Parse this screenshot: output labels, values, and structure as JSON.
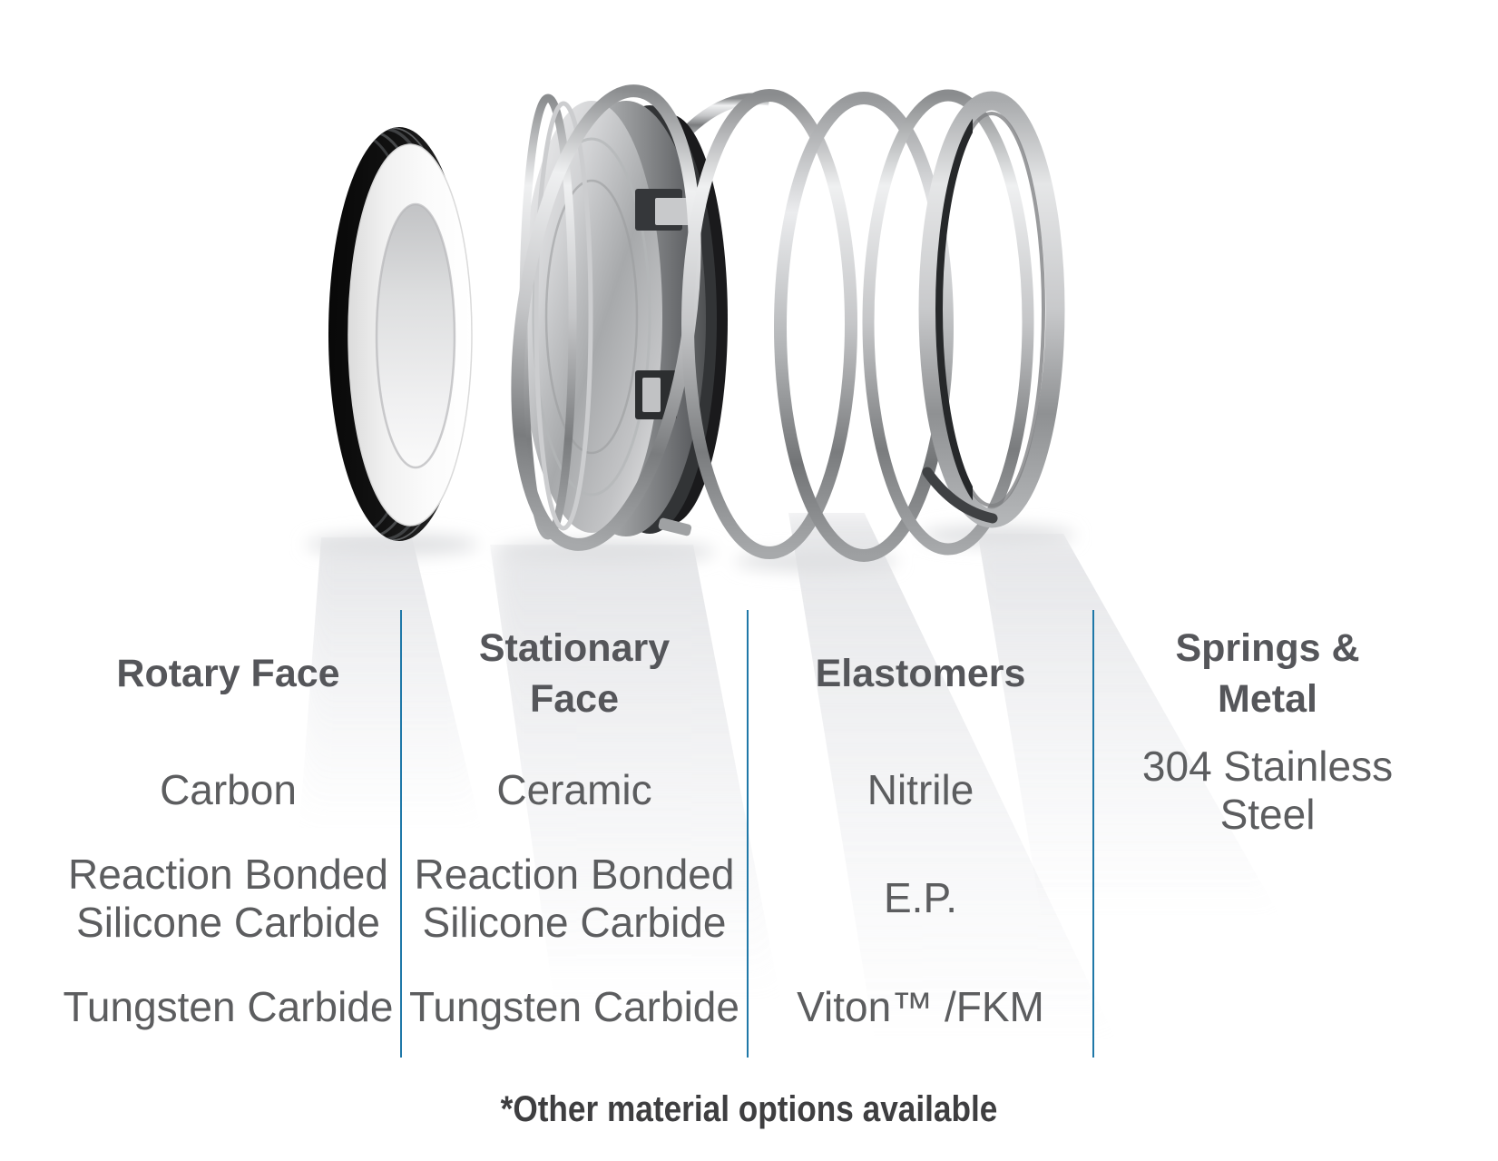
{
  "colors": {
    "accent": "#1f78a8",
    "header-color": "#55565a",
    "body-color": "#5c5d5f",
    "footnote-color": "#3e3e40",
    "page-bg": "#ffffff"
  },
  "hero": {
    "components": [
      {
        "name": "rotary-face-ring"
      },
      {
        "name": "stationary-face-seal-head"
      },
      {
        "name": "conical-spring"
      },
      {
        "name": "metal-retaining-ring"
      }
    ]
  },
  "table": {
    "columns": [
      {
        "header": "Rotary Face",
        "items": [
          "Carbon",
          "Reaction Bonded\nSilicone Carbide",
          "Tungsten Carbide"
        ]
      },
      {
        "header": "Stationary\nFace",
        "items": [
          "Ceramic",
          "Reaction Bonded\nSilicone Carbide",
          "Tungsten Carbide"
        ]
      },
      {
        "header": "Elastomers",
        "items": [
          "Nitrile",
          "E.P.",
          "Viton™ /FKM"
        ]
      },
      {
        "header": "Springs &\nMetal",
        "items": [
          "304 Stainless\nSteel"
        ]
      }
    ]
  },
  "footnote": "*Other material options available"
}
